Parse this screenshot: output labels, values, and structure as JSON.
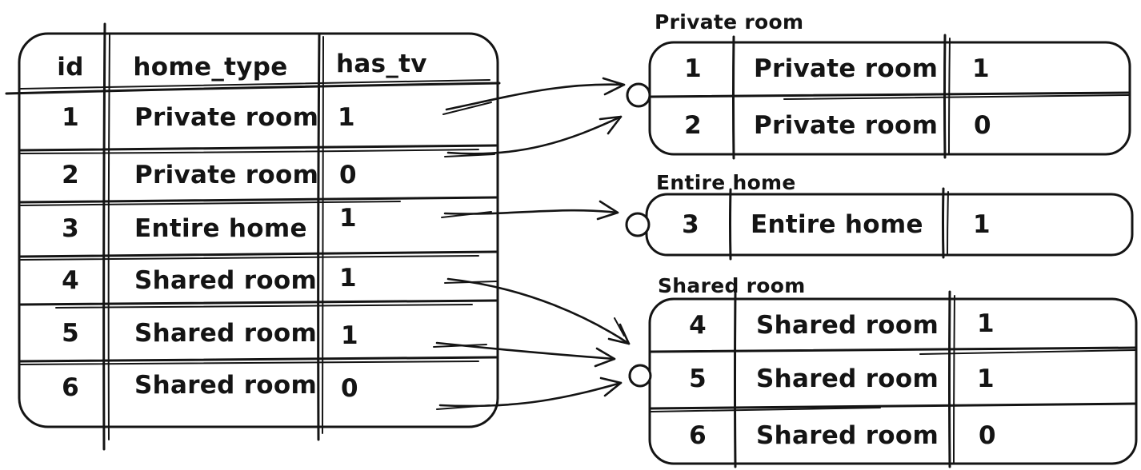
{
  "colors": {
    "ink": "#141414",
    "background": "#ffffff"
  },
  "source_table": {
    "columns": [
      "id",
      "home_type",
      "has_tv"
    ],
    "rows": [
      [
        "1",
        "Private room",
        "1"
      ],
      [
        "2",
        "Private room",
        "0"
      ],
      [
        "3",
        "Entire home",
        "1"
      ],
      [
        "4",
        "Shared room",
        "1"
      ],
      [
        "5",
        "Shared room",
        "1"
      ],
      [
        "6",
        "Shared room",
        "0"
      ]
    ]
  },
  "groups": [
    {
      "label": "Private room",
      "rows": [
        [
          "1",
          "Private room",
          "1"
        ],
        [
          "2",
          "Private room",
          "0"
        ]
      ]
    },
    {
      "label": "Entire home",
      "rows": [
        [
          "3",
          "Entire home",
          "1"
        ]
      ]
    },
    {
      "label": "Shared room",
      "rows": [
        [
          "4",
          "Shared room",
          "1"
        ],
        [
          "5",
          "Shared room",
          "1"
        ],
        [
          "6",
          "Shared room",
          "0"
        ]
      ]
    }
  ]
}
